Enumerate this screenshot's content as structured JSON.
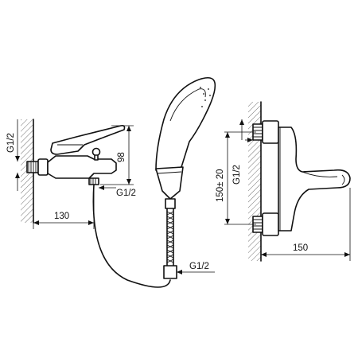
{
  "labels": {
    "left_thread": "G1/2",
    "spout_thread": "G1/2",
    "height": "98",
    "projection": "130",
    "hose_thread": "G1/2",
    "right_thread": "G1/2",
    "spacing": "150± 20",
    "right_projection": "150"
  },
  "colors": {
    "line": "#111111",
    "background": "#ffffff"
  }
}
